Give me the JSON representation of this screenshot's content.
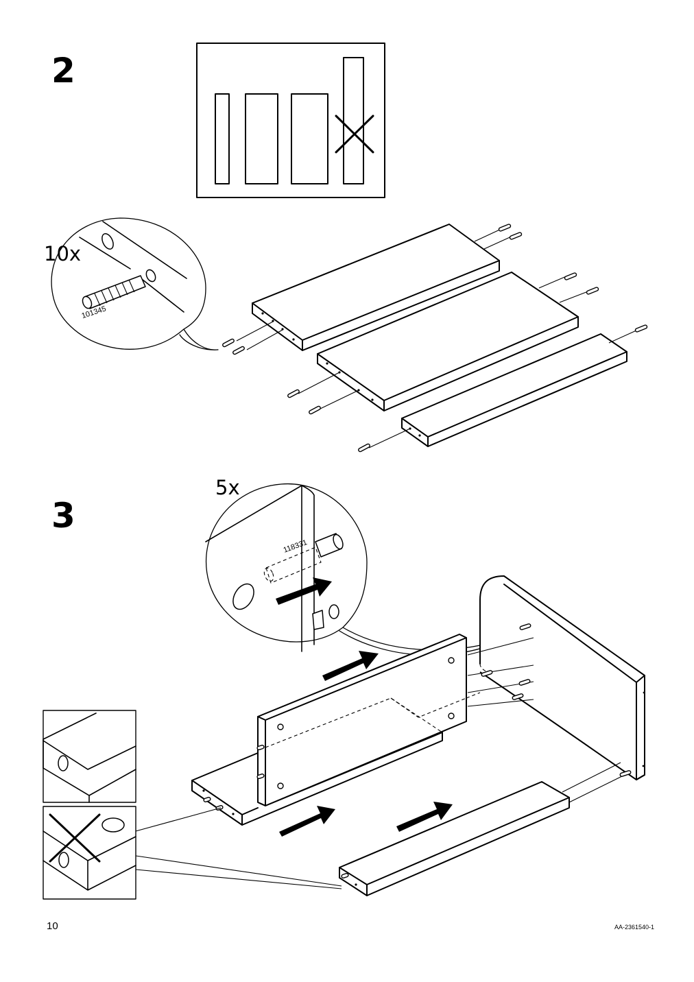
{
  "steps": [
    {
      "number": "2",
      "quantity": "10x",
      "part_number": "101345"
    },
    {
      "number": "3",
      "quantity": "5x",
      "part_number": "118331"
    }
  ],
  "footer": {
    "page_number": "10",
    "document_code": "AA-2361540-1"
  }
}
